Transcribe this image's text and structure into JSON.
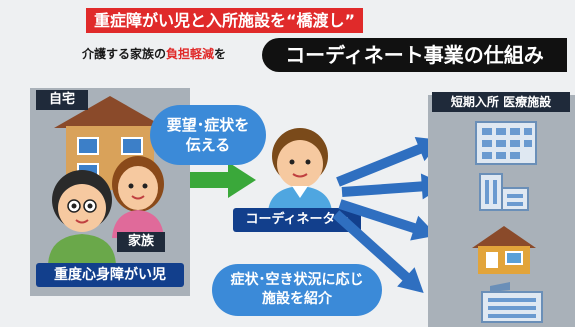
{
  "header": {
    "red_banner": "重症障がい児と入所施設を“橋渡し”",
    "subtitle_prefix": "介護する家族の",
    "subtitle_highlight": "負担軽減",
    "subtitle_suffix": "を",
    "title": "コーディネート事業の仕組み"
  },
  "home": {
    "label": "自宅",
    "family_label": "家族",
    "child_label": "重度心身障がい児"
  },
  "bubble_request": {
    "line1": "要望･症状を",
    "line2": "伝える"
  },
  "coordinator": {
    "label": "コーディネーター"
  },
  "bubble_introduce": {
    "line1": "症状･空き状況に応じ",
    "line2": "施設を紹介"
  },
  "facilities": {
    "label": "短期入所 医療施設"
  },
  "colors": {
    "red": "#e02a2a",
    "blue_label": "#123f8c",
    "bubble": "#3b8ad8",
    "arrow_green": "#3aa83a",
    "arrow_blue": "#2f6fc0"
  }
}
